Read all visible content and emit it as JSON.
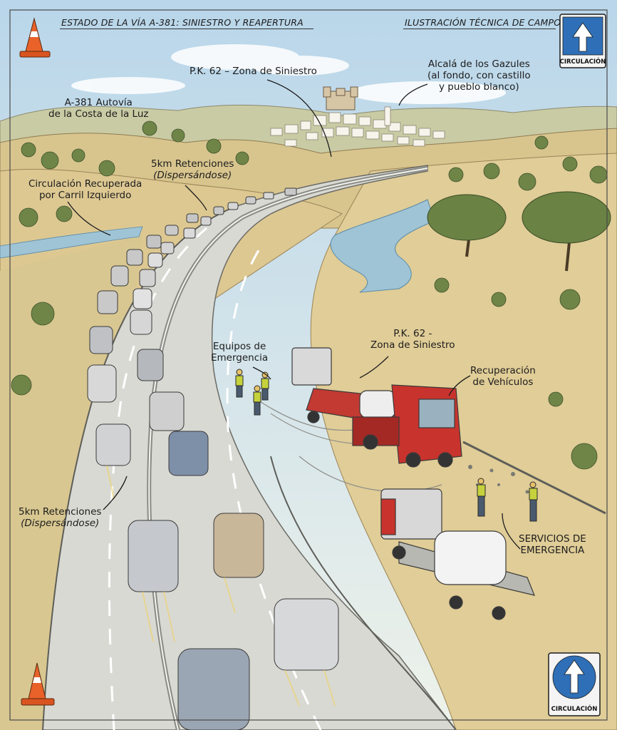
{
  "header": {
    "title": "ESTADO DE LA VÍA A-381: SINIESTRO Y REAPERTURA",
    "subtitle": "ILUSTRACIÓN TÉCNICA DE CAMPO"
  },
  "signs": {
    "top_right": "CIRCULACIÓN",
    "bottom_right": "CIRCULACIÓN"
  },
  "labels": {
    "incident_zone_top": "P.K. 62 – Zona de Siniestro",
    "town": [
      "Alcalá de los Gazules",
      "(al fondo, con castillo",
      "y pueblo blanco)"
    ],
    "highway": [
      "A-381 Autovía",
      "de la Costa de la Luz"
    ],
    "traffic_recovered": [
      "Circulación Recuperada",
      "por Carril Izquierdo"
    ],
    "retentions_top": [
      "5km Retenciones",
      "(Dispersándose)"
    ],
    "emergency_teams": [
      "Equipos de",
      "Emergencia"
    ],
    "incident_zone_mid": [
      "P.K. 62 -",
      "Zona de Siniestro"
    ],
    "recovery": [
      "Recuperación",
      "de Vehículos"
    ],
    "retentions_bottom": [
      "5km Retenciones",
      "(Dispersándose)"
    ],
    "emergency_services": [
      "SERVICIOS DE",
      "EMERGENCIA"
    ]
  },
  "colors": {
    "sky": "#cfe2ee",
    "hills": "#d9c28d",
    "trees": "#6e8547",
    "river": "#9fc4d6",
    "road": "#dcdcd6",
    "truck_red": "#c8332d",
    "sign_blue": "#2f6fb7",
    "cone_orange": "#e9622a"
  },
  "icons": [
    "traffic-cone-icon",
    "arrow-up-icon"
  ]
}
